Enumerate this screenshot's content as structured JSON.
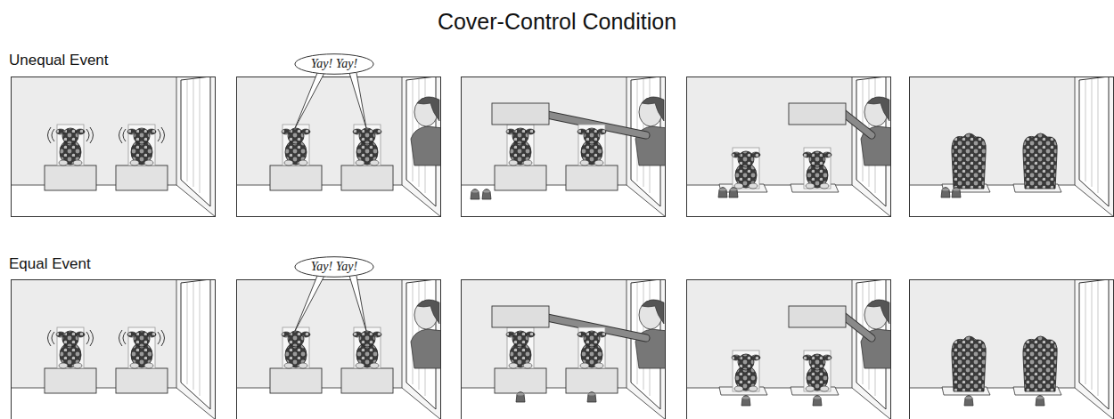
{
  "diagram": {
    "title": "Cover-Control Condition",
    "nodes": [
      {
        "text": [
          "Yay! Yay!"
        ]
      },
      {
        "text": [
          "Yay! Yay!"
        ]
      }
    ],
    "labels": [
      "Unequal Event",
      "Equal Event"
    ]
  }
}
